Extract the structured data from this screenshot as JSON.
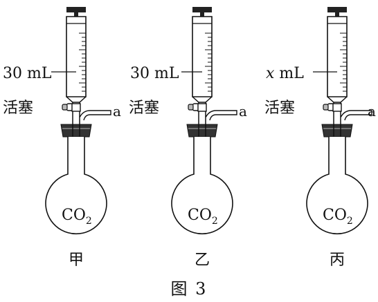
{
  "caption": "图 3",
  "outlet_label": "a",
  "stopcock_label": "活塞",
  "flask_gas": {
    "main": "CO",
    "sub": "2"
  },
  "apparatus": [
    {
      "id": "jia",
      "volume_prefix": "",
      "volume": "30 mL",
      "name": "甲"
    },
    {
      "id": "yi",
      "volume_prefix": "",
      "volume": "30 mL",
      "name": "乙"
    },
    {
      "id": "bing",
      "volume_prefix": "x",
      "volume": " mL",
      "name": "丙"
    }
  ]
}
